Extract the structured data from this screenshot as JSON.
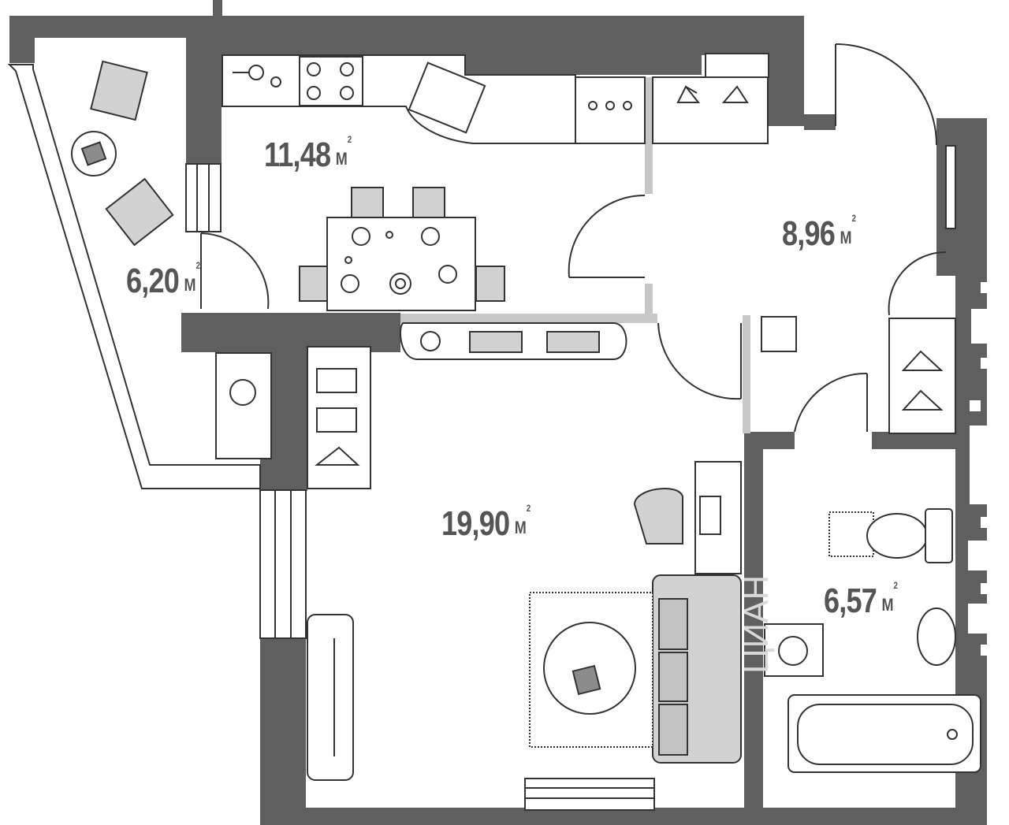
{
  "plan": {
    "title": "Apartment floor plan",
    "rooms": [
      {
        "id": "kitchen",
        "area": "11,48",
        "unit": "М",
        "sup": "2"
      },
      {
        "id": "hall",
        "area": "8,96",
        "unit": "М",
        "sup": "2"
      },
      {
        "id": "balcony",
        "area": "6,20",
        "unit": "М",
        "sup": "2"
      },
      {
        "id": "living",
        "area": "19,90",
        "unit": "М",
        "sup": "2"
      },
      {
        "id": "bathroom",
        "area": "6,57",
        "unit": "М",
        "sup": "2"
      }
    ],
    "colors": {
      "wall": "#5f5f5f",
      "furniture_stroke": "#333333",
      "furniture_fill": "#ffffff",
      "sofa_fill": "#d2d2d2",
      "accent_fill": "#8c8c8c",
      "label": "#555555"
    },
    "watermark": "ЦИАН"
  }
}
